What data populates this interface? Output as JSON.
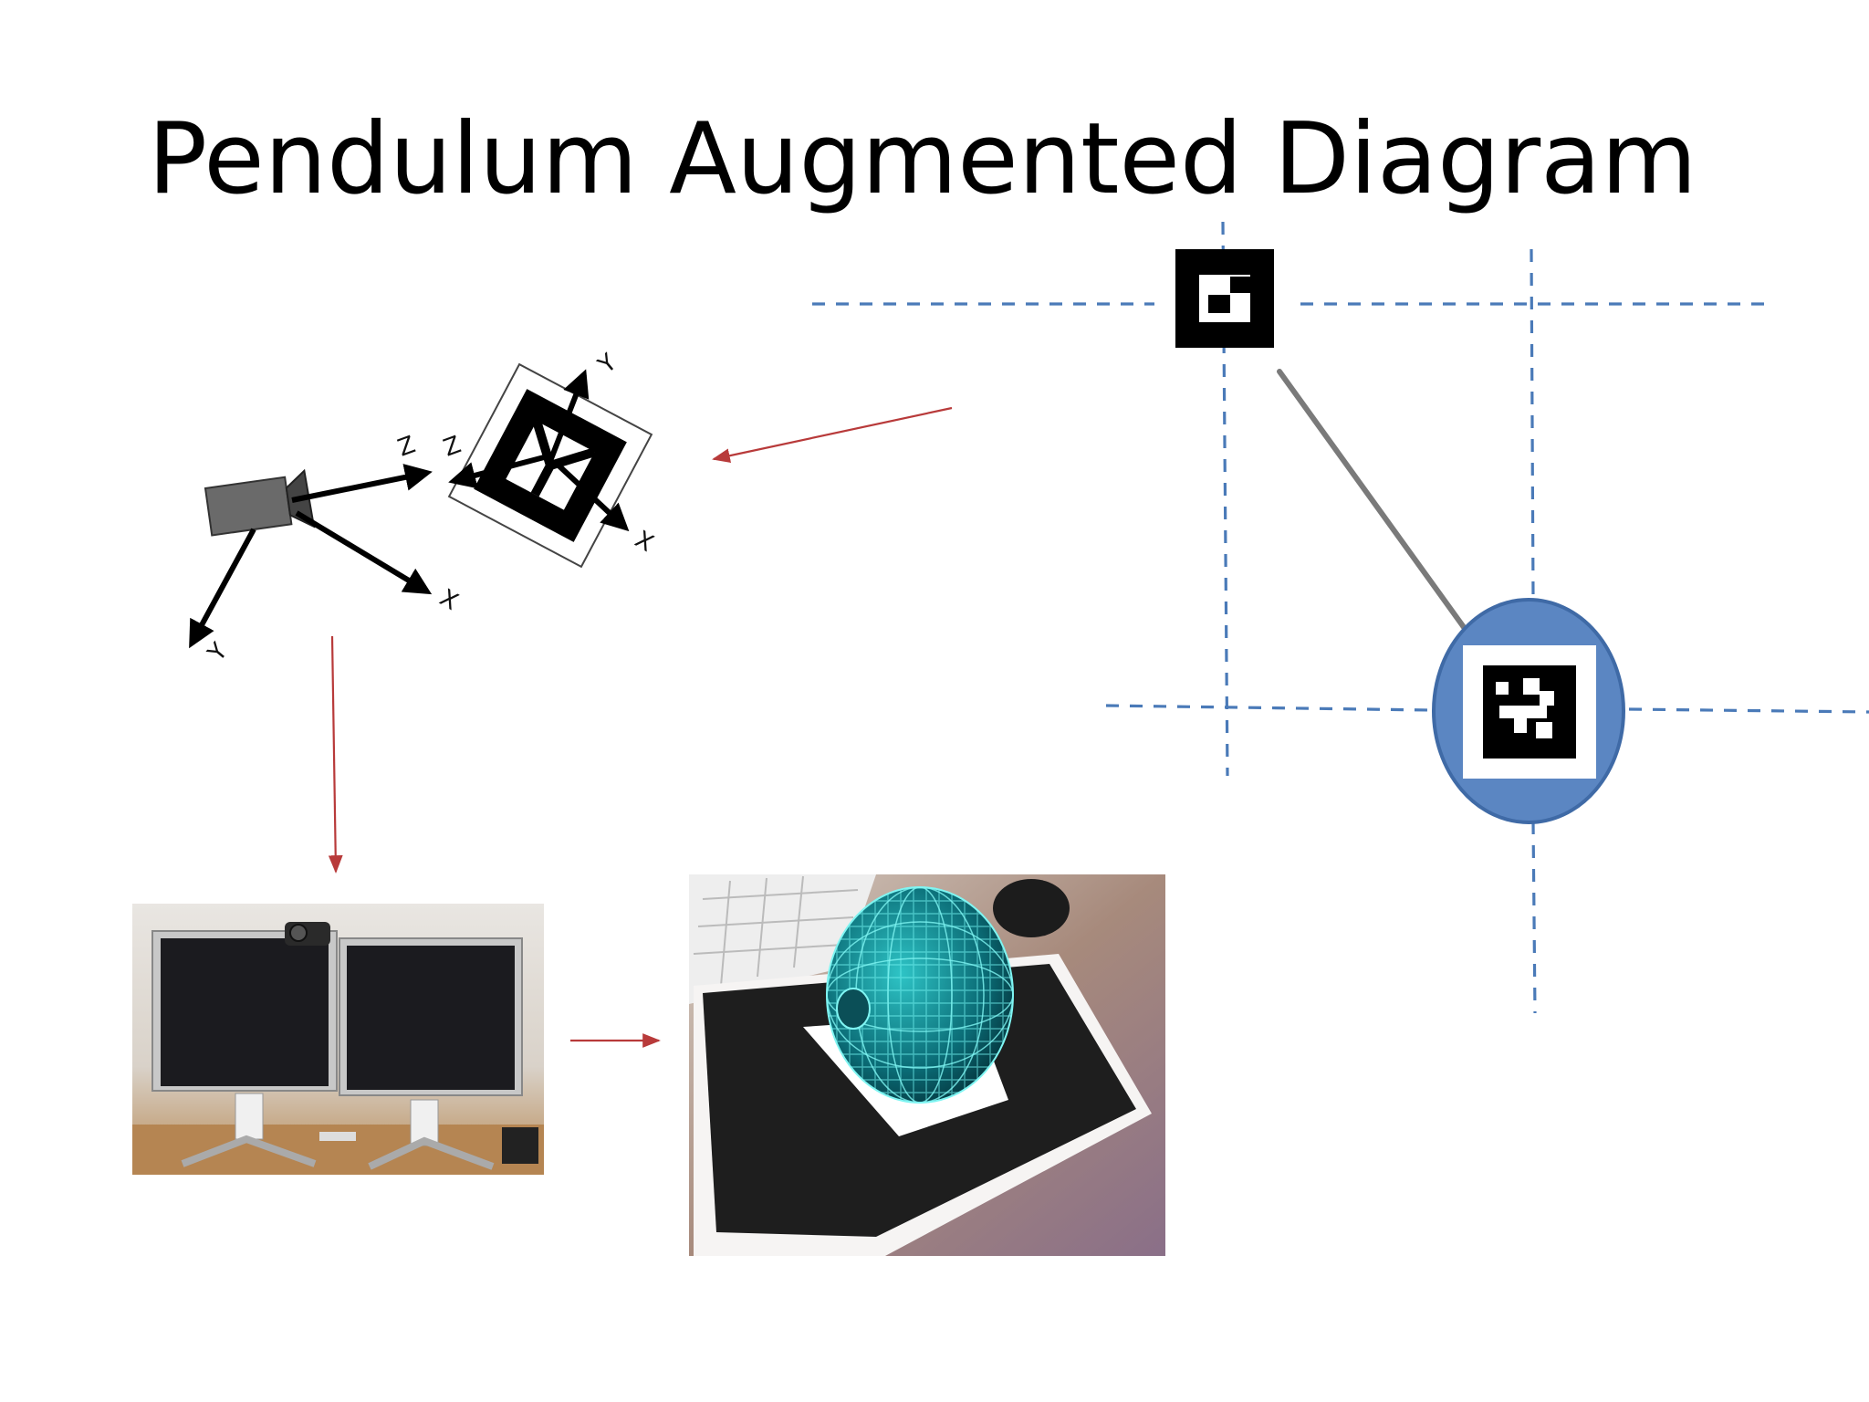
{
  "slide": {
    "title": "Pendulum Augmented Diagram"
  },
  "camera_marker_figure": {
    "camera_axes": {
      "z": "Z",
      "x": "X",
      "y": "Y"
    },
    "marker_axes": {
      "z": "Z",
      "x": "X",
      "y": "Y"
    }
  },
  "colors": {
    "grid_dash": "#4a7ab8",
    "bob_fill": "#5b86c2",
    "bob_stroke": "#3f6aa6",
    "flow_arrow": "#b83a3a",
    "rod": "#7a7a7a",
    "marker": "#000000"
  },
  "icons": [
    "webcam-icon",
    "monitor-icon",
    "fiducial-marker-icon",
    "wireframe-sphere-icon"
  ]
}
